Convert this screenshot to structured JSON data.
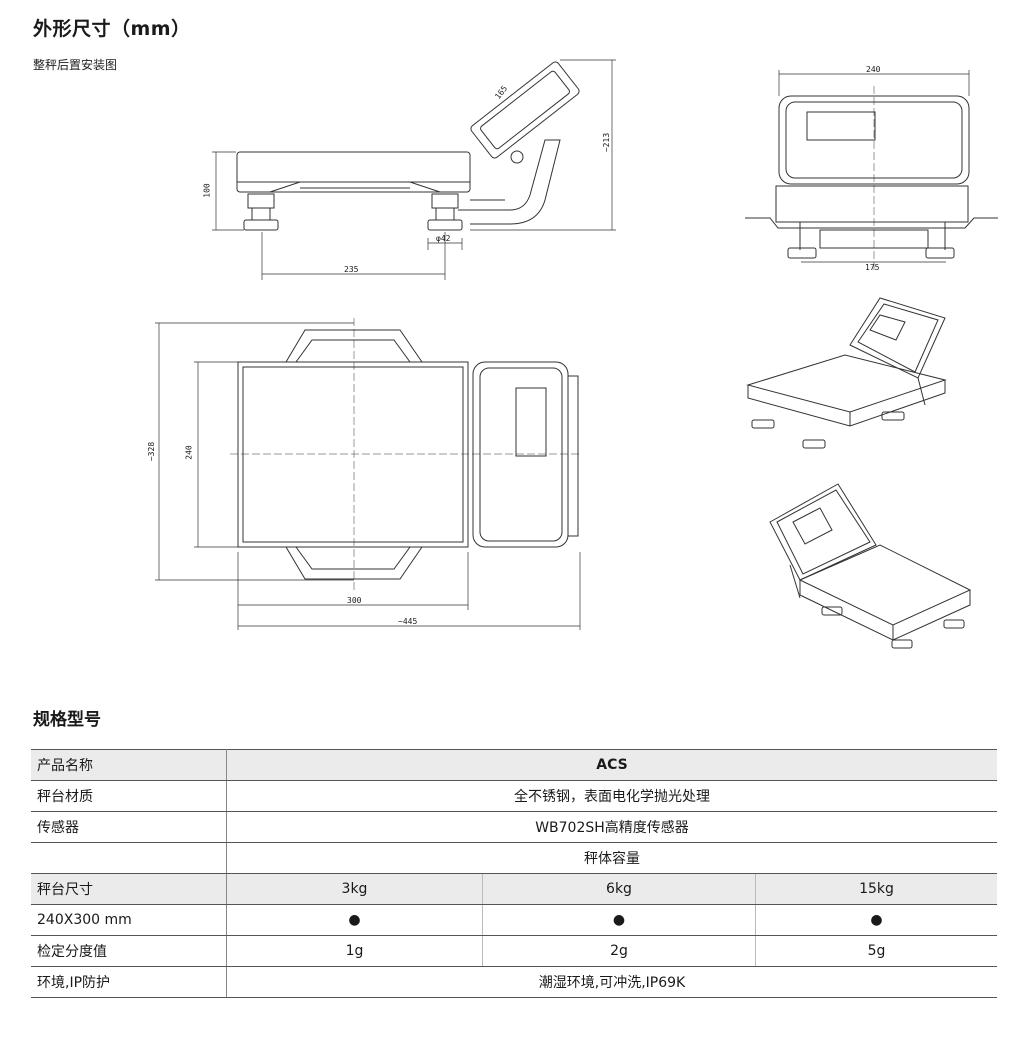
{
  "page_title": "外形尺寸（mm）",
  "drawing_caption": "整秤后置安装图",
  "dimensions": {
    "display_width": "165",
    "total_height": "~213",
    "platform_height": "100",
    "foot_diameter": "φ42",
    "foot_span_side": "235",
    "front_width": "240",
    "front_foot_span": "175",
    "top_depth_outer": "~328",
    "top_depth": "240",
    "top_width": "300",
    "total_length": "~445"
  },
  "spec_title": "规格型号",
  "table": {
    "product_name_label": "产品名称",
    "product_name_value": "ACS",
    "material_label": "秤台材质",
    "material_value": "全不锈钢，表面电化学抛光处理",
    "sensor_label": "传感器",
    "sensor_value": "WB702SH高精度传感器",
    "capacity_header": "秤体容量",
    "size_label": "秤台尺寸",
    "capacities": [
      "3kg",
      "6kg",
      "15kg"
    ],
    "size_row_label": "240X300 mm",
    "size_marks": [
      "●",
      "●",
      "●"
    ],
    "division_label": "检定分度值",
    "divisions": [
      "1g",
      "2g",
      "5g"
    ],
    "env_label": "环境,IP防护",
    "env_value": "潮湿环境,可冲洗,IP69K"
  }
}
